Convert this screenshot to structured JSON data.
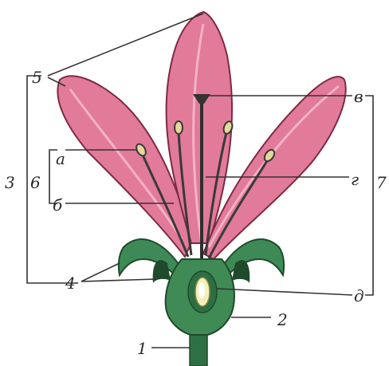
{
  "labels": {
    "l1": "1",
    "l2": "2",
    "l3": "3",
    "l4": "4",
    "l5": "5",
    "l6": "6",
    "l7": "7",
    "la": "а",
    "lb": "б",
    "lv": "в",
    "lg": "г",
    "ld": "д"
  },
  "colors": {
    "petal_fill": "#e27a9a",
    "petal_highlight": "#f3b3c4",
    "petal_outline": "#7d2a44",
    "sepal_green": "#3e8a57",
    "sepal_dark": "#1f4a2c",
    "receptacle_green": "#3f8a55",
    "ovule_yellow": "#f4efb8",
    "filament": "#3a3a3a",
    "anther": "#e6d79a",
    "line": "#333333"
  }
}
